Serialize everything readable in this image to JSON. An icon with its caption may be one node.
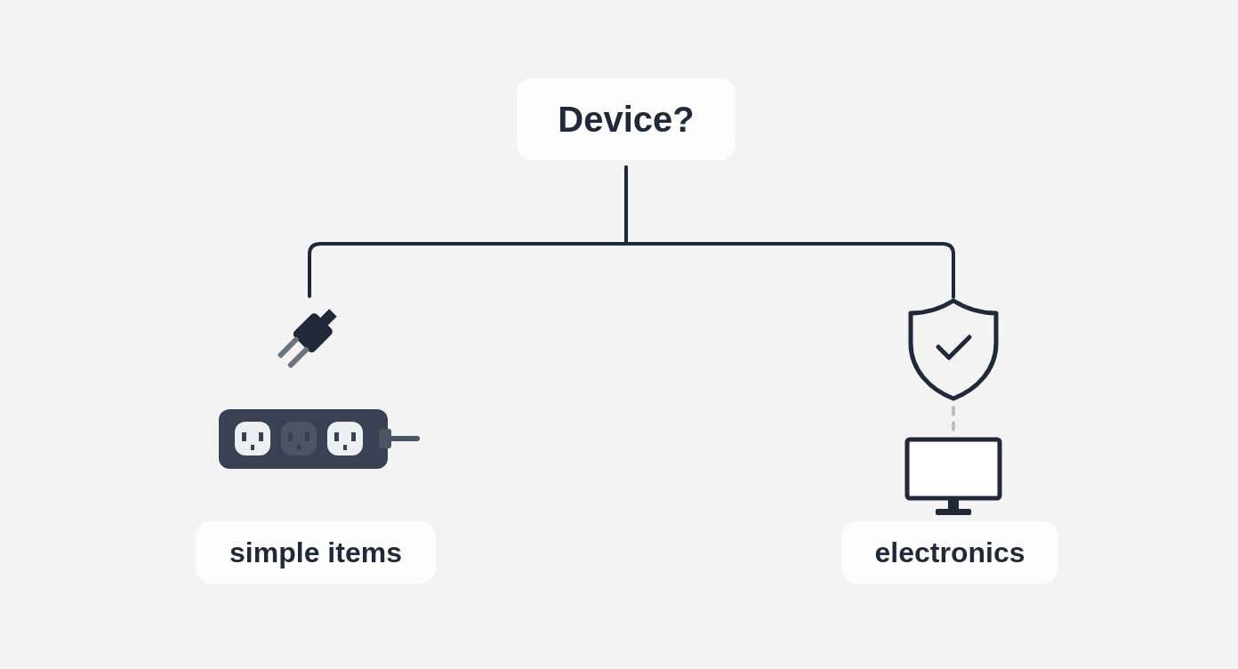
{
  "diagram": {
    "nodes": [
      {
        "text": [
          "Device?"
        ]
      },
      {
        "text": [],
        "shape": "plug"
      },
      {
        "text": [],
        "shape": "shield"
      },
      {
        "text": [],
        "shape": "monitor"
      },
      {
        "text": [
          "simple items"
        ]
      },
      {
        "text": [
          "electronics"
        ]
      }
    ],
    "edges": [
      {
        "from": 0,
        "to": 1,
        "arrow": "none"
      },
      {
        "from": 0,
        "to": 2,
        "arrow": "none"
      },
      {
        "from": 2,
        "to": 3,
        "arrow": "none",
        "style": "dashed",
        "color": "#b4b8bf"
      }
    ]
  }
}
